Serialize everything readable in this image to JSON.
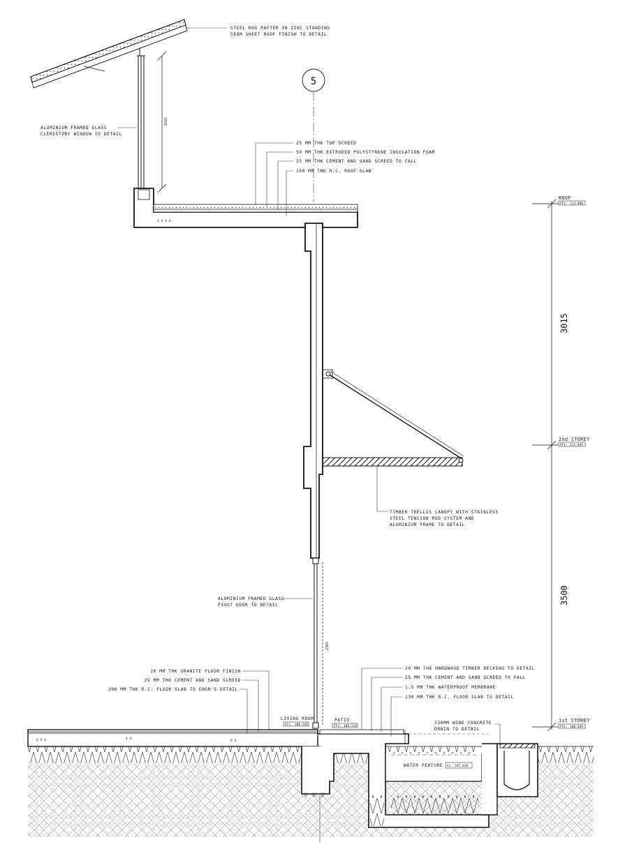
{
  "grid_ref": "5",
  "levels": [
    {
      "name": "ROOF",
      "ffl": "FFL: 114.860"
    },
    {
      "name": "2nd STOREY",
      "ffl": "FFL: 111.845"
    },
    {
      "name": "1st STOREY",
      "ffl": "FFL: 108.345"
    }
  ],
  "dimensions": {
    "upper": "3015",
    "lower": "3500",
    "clerestory": "1622",
    "door": "2363"
  },
  "spaces": {
    "living_room": "LIVING ROOM",
    "living_ffl": "FFL: 108.345",
    "patio": "PATIO",
    "patio_ffl": "FFL: 108.310",
    "water_feature": "WATER FEATURE",
    "water_level": "EL: 107.830"
  },
  "notes": {
    "rafter": [
      "STEEL RHS RAFTER IN ZINC STANDING",
      "SEAM SHEET ROOF FINISH TO DETAIL"
    ],
    "clerestory": [
      "ALUMINIUM FRAMED GLASS",
      "CLERESTORY WINDOW TO DETAIL"
    ],
    "roof_layers": [
      "25 MM THK TOP SCREED",
      "50 MM THK EXTRUDED POLYSTYRENE INSULATION FOAM",
      "25 MM THK CEMENT AND SAND SCREED TO FALL",
      "150 MM THK R.C. ROOF SLAB"
    ],
    "trellis": [
      "TIMBER TRELLIS CANOPY WITH STAINLESS",
      "STEEL TENSION ROD SYSTEM AND",
      "ALUMINIUM FRAME TO DETAIL"
    ],
    "pivot_door": [
      "ALUMINIUM FRAMED GLASS",
      "PIVOT DOOR TO DETAIL"
    ],
    "floor_layers": [
      "20 MM THK GRANITE FLOOR FINISH",
      "25 MM THK CEMENT AND SAND SCREED",
      "200 MM THK R.C. FLOOR SLAB TO ENGR'S DETAIL"
    ],
    "patio_layers": [
      "20 MM THK HARDWOOD TIMBER DECKING TO DETAIL",
      "25 MM THK CEMENT AND SAND SCREED TO FALL",
      "1.5 MM THK WATERPROOF MEMBRANE",
      "130 MM THK R.C. FLOOR SLAB TO DETAIL"
    ],
    "drain": [
      "230MM WIDE CONCRETE",
      "DRAIN TO DETAIL"
    ]
  }
}
